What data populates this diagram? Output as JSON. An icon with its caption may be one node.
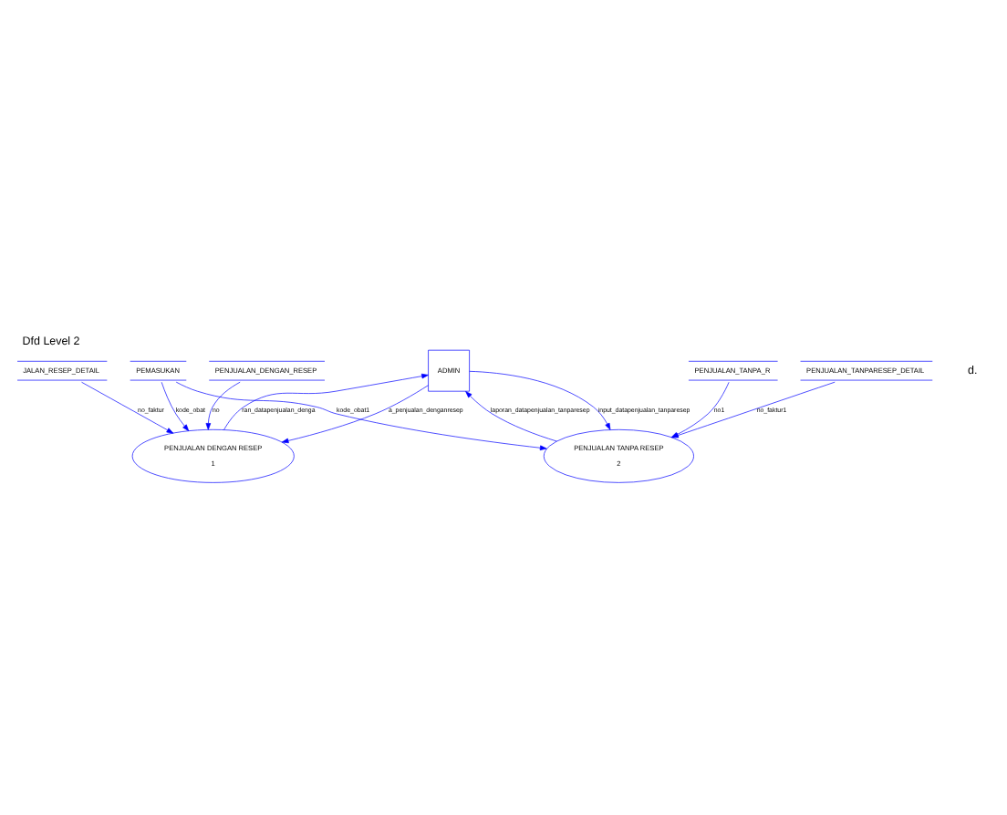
{
  "diagram": {
    "title": "Dfd Level 2",
    "nodes": [
      {
        "text": [
          "ADMIN"
        ]
      },
      {
        "text": [
          "PENJUALAN DENGAN RESEP",
          "1"
        ]
      },
      {
        "text": [
          "PENJUALAN TANPA RESEP",
          "2"
        ]
      },
      {
        "text": [
          "PENJUALAN_DENGAN_RESEP"
        ]
      },
      {
        "text": [
          "PENJUALAN_TANPA_R"
        ]
      },
      {
        "text": [
          "PEMASUKAN"
        ]
      },
      {
        "text": [
          "JALAN_RESEP_DETAIL"
        ]
      },
      {
        "text": [
          "PENJUALAN_TANPARESEP_DETAIL"
        ]
      }
    ],
    "edges": [
      {
        "from": 1,
        "to": 0,
        "arrow": "to",
        "label": "ran_datapenjualan_denga"
      },
      {
        "from": 0,
        "to": 2,
        "arrow": "to",
        "label": "input_datapenjualan_tanparesep"
      },
      {
        "from": 2,
        "to": 0,
        "arrow": "to",
        "label": "laporan_datapenjualan_tanparesep"
      },
      {
        "from": 0,
        "to": 1,
        "arrow": "to",
        "label": "a_penjualan_denganresep"
      },
      {
        "from": 3,
        "to": 1,
        "arrow": "to",
        "label": "no"
      },
      {
        "from": 4,
        "to": 2,
        "arrow": "to",
        "label": "no1"
      },
      {
        "from": 5,
        "to": 1,
        "arrow": "to",
        "label": "kode_obat"
      },
      {
        "from": 5,
        "to": 2,
        "arrow": "to",
        "label": "kode_obat1"
      },
      {
        "from": 6,
        "to": 1,
        "arrow": "to",
        "label": "no_faktur"
      },
      {
        "from": 7,
        "to": 2,
        "arrow": "to",
        "label": "no_faktur1"
      }
    ],
    "labels": [
      "d."
    ]
  }
}
